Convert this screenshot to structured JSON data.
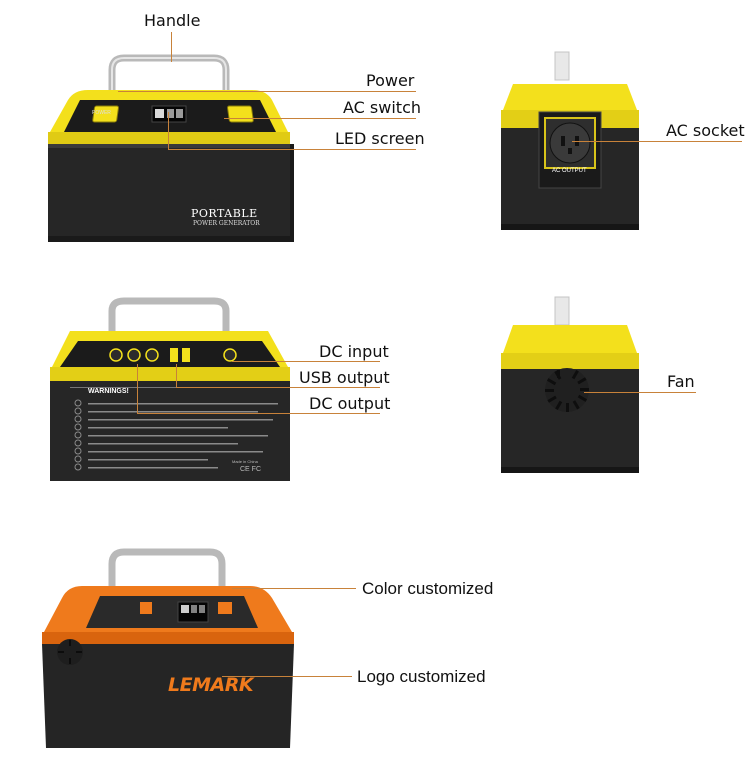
{
  "colors": {
    "yellow": "#f3e01c",
    "black_body": "#262626",
    "orange": "#ef7a1c",
    "leader_line": "#c8823a"
  },
  "top_left_unit": {
    "callouts": {
      "handle": "Handle",
      "power": "Power",
      "ac_switch": "AC switch",
      "led_screen": "LED screen"
    },
    "front_text": {
      "brand_line1": "PORTABLE",
      "brand_line2": "POWER GENERATOR",
      "power_key": "POWER"
    }
  },
  "top_right_unit": {
    "callouts": {
      "ac_socket": "AC socket"
    },
    "socket_label": "AC OUTPUT"
  },
  "middle_left_unit": {
    "callouts": {
      "dc_input": "DC input",
      "usb_output": "USB output",
      "dc_output": "DC output"
    },
    "warning_title": "WARNINGS!",
    "made_in": "Made in China"
  },
  "middle_right_unit": {
    "callouts": {
      "fan": "Fan"
    }
  },
  "bottom_unit": {
    "callouts": {
      "color_customized": "Color customized",
      "logo_customized": "Logo customized"
    },
    "logo": "LEMARK"
  }
}
